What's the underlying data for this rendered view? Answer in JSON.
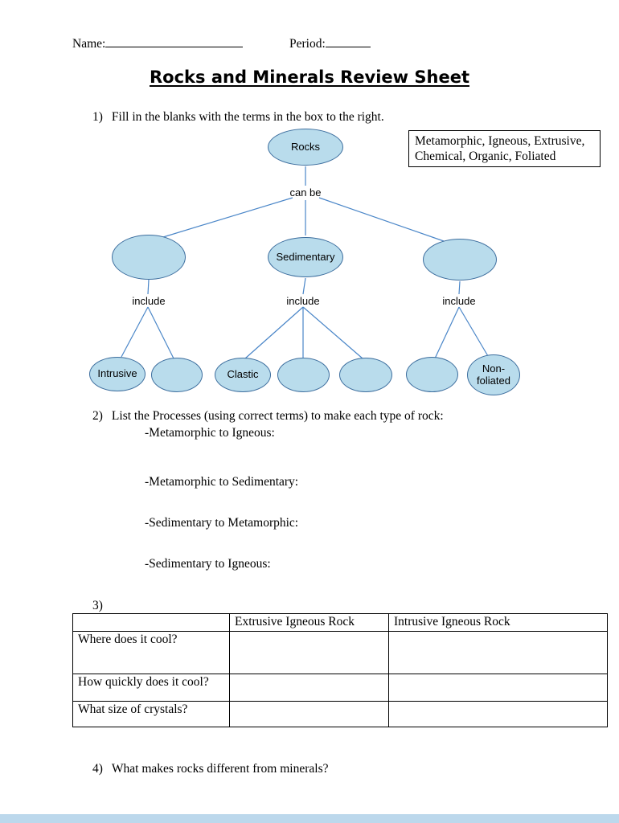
{
  "header": {
    "name_label": "Name:",
    "period_label": "Period:",
    "title": "Rocks and Minerals Review Sheet"
  },
  "q1": {
    "number": "1)",
    "text": "Fill in the blanks with the terms in the box to the right.",
    "word_bank": [
      "Metamorphic, Igneous, Extrusive,",
      "Chemical, Organic, Foliated"
    ],
    "diagram": {
      "root_label": "Rocks",
      "connector_label": "can be",
      "include_labels": [
        "include",
        "include",
        "include"
      ],
      "level2": [
        "",
        "Sedimentary",
        ""
      ],
      "level3": [
        "Intrusive",
        "",
        "Clastic",
        "",
        "",
        "",
        "Non-foliated"
      ]
    }
  },
  "q2": {
    "number": "2)",
    "text": "List the Processes (using correct terms) to make each type of rock:",
    "items": [
      "-Metamorphic to Igneous:",
      "-Metamorphic to Sedimentary:",
      "-Sedimentary to Metamorphic:",
      "-Sedimentary to Igneous:"
    ]
  },
  "q3": {
    "number": "3)",
    "table": {
      "headers": [
        "",
        "Extrusive Igneous Rock",
        "Intrusive Igneous Rock"
      ],
      "rows": [
        {
          "label": "Where does it cool?",
          "cells": [
            "",
            ""
          ]
        },
        {
          "label": "How quickly does it cool?",
          "cells": [
            "",
            ""
          ]
        },
        {
          "label": "What size of crystals?",
          "cells": [
            "",
            ""
          ]
        }
      ]
    }
  },
  "q4": {
    "number": "4)",
    "text": "What makes rocks different from minerals?"
  },
  "colors": {
    "ellipse_fill": "#b9dcec",
    "ellipse_border": "#3d6e9e",
    "line_color": "#4a86c8",
    "page_edge": "#bcd8ec"
  }
}
